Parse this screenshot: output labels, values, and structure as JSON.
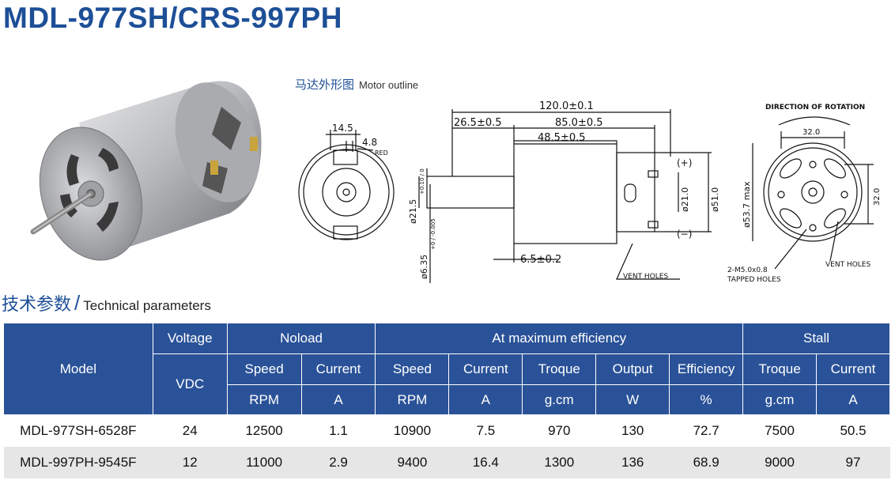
{
  "title": "MDL-977SH/CRS-997PH",
  "outline": {
    "label_cn": "马达外形图",
    "label_en": "Motor outline"
  },
  "drawing_labels": {
    "dim_14_5": "14.5",
    "dim_4_8": "4.8",
    "red": "RED",
    "dim_120": "120.0±0.1",
    "dim_26_5": "26.5±0.5",
    "dim_85": "85.0±0.5",
    "dim_48_5": "48.5±0.5",
    "plus": "(+)",
    "minus": "(−)",
    "dim_21_5": "ø21.5",
    "tol_21_5": "+0.10 / 0",
    "dim_6_35": "ø6.35",
    "tol_6_35": "+0 / -0.005",
    "dim_6_5": "6.5±0.2",
    "dim_21_0": "ø21.0",
    "dim_51_0": "ø51.0",
    "vent_holes": "VENT HOLES",
    "direction": "DIRECTION OF ROTATION",
    "dim_32_top": "32.0",
    "dim_32_side": "32.0",
    "dim_53_7": "ø53.7 max",
    "tapped_line1": "2-M5.0x0.8",
    "tapped_line2": "TAPPED HOLES",
    "vent_holes_right": "VENT HOLES"
  },
  "params": {
    "title_cn": "技术参数",
    "slash": "/",
    "title_en": "Technical parameters"
  },
  "table": {
    "model": "Model",
    "voltage": "Voltage",
    "vdc": "VDC",
    "noload": "Noload",
    "max_eff": "At maximum efficiency",
    "stall": "Stall",
    "sub_headers": [
      "Speed",
      "Current",
      "Speed",
      "Current",
      "Troque",
      "Output",
      "Efficiency",
      "Troque",
      "Current"
    ],
    "units": [
      "RPM",
      "A",
      "RPM",
      "A",
      "g.cm",
      "W",
      "%",
      "g.cm",
      "A"
    ],
    "rows": [
      [
        "MDL-977SH-6528F",
        "24",
        "12500",
        "1.1",
        "10900",
        "7.5",
        "970",
        "130",
        "72.7",
        "7500",
        "50.5"
      ],
      [
        "MDL-997PH-9545F",
        "12",
        "11000",
        "2.9",
        "9400",
        "16.4",
        "1300",
        "136",
        "68.9",
        "9000",
        "97"
      ]
    ]
  }
}
